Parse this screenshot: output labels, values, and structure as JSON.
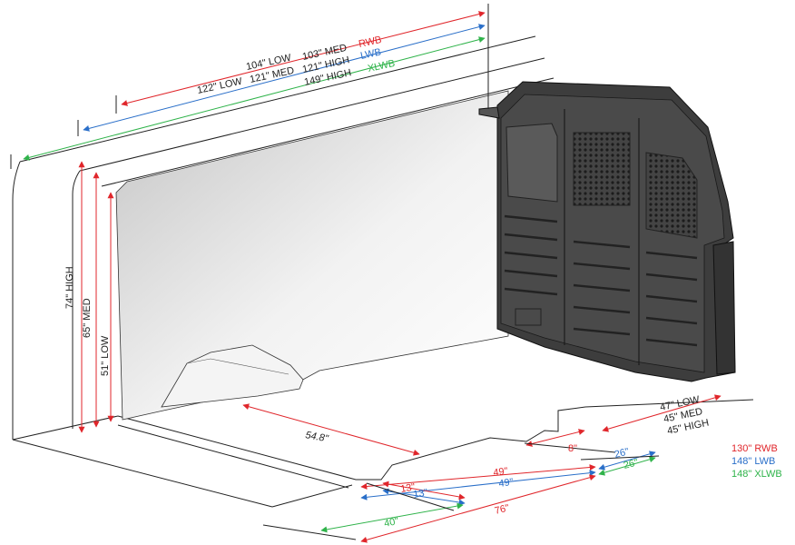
{
  "colors": {
    "rwb": "#e0262b",
    "lwb": "#2a6fc9",
    "xlwb": "#2fb34a",
    "line": "#222222"
  },
  "top_lengths": {
    "low_rwb": "104\" LOW",
    "med_rwb": "103\" MED",
    "rwb": "RWB",
    "low_lwb": "122\" LOW",
    "med_lwb": "121\" MED",
    "high_lwb": "121\" HIGH",
    "lwb": "LWB",
    "high_xlwb": "149\" HIGH",
    "xlwb": "XLWB"
  },
  "heights": {
    "high": "74\" HIGH",
    "med": "65\" MED",
    "low": "51\" LOW"
  },
  "wheel_well_to_wall": "54.8\"",
  "rear_width": {
    "low": "47\" LOW",
    "med": "45\" MED",
    "high": "45\" HIGH"
  },
  "floor": {
    "d8": "8\"",
    "d26_lwb": "26\"",
    "d26_xlwb": "26\"",
    "d49_rwb": "49\"",
    "d49_lwb": "49\"",
    "d13_rwb": "13\"",
    "d13_lwb": "13\"",
    "d40": "40\"",
    "d76": "76\""
  },
  "legend": {
    "rwb": "130\" RWB",
    "lwb": "148\" LWB",
    "xlwb": "148\" XLWB"
  }
}
